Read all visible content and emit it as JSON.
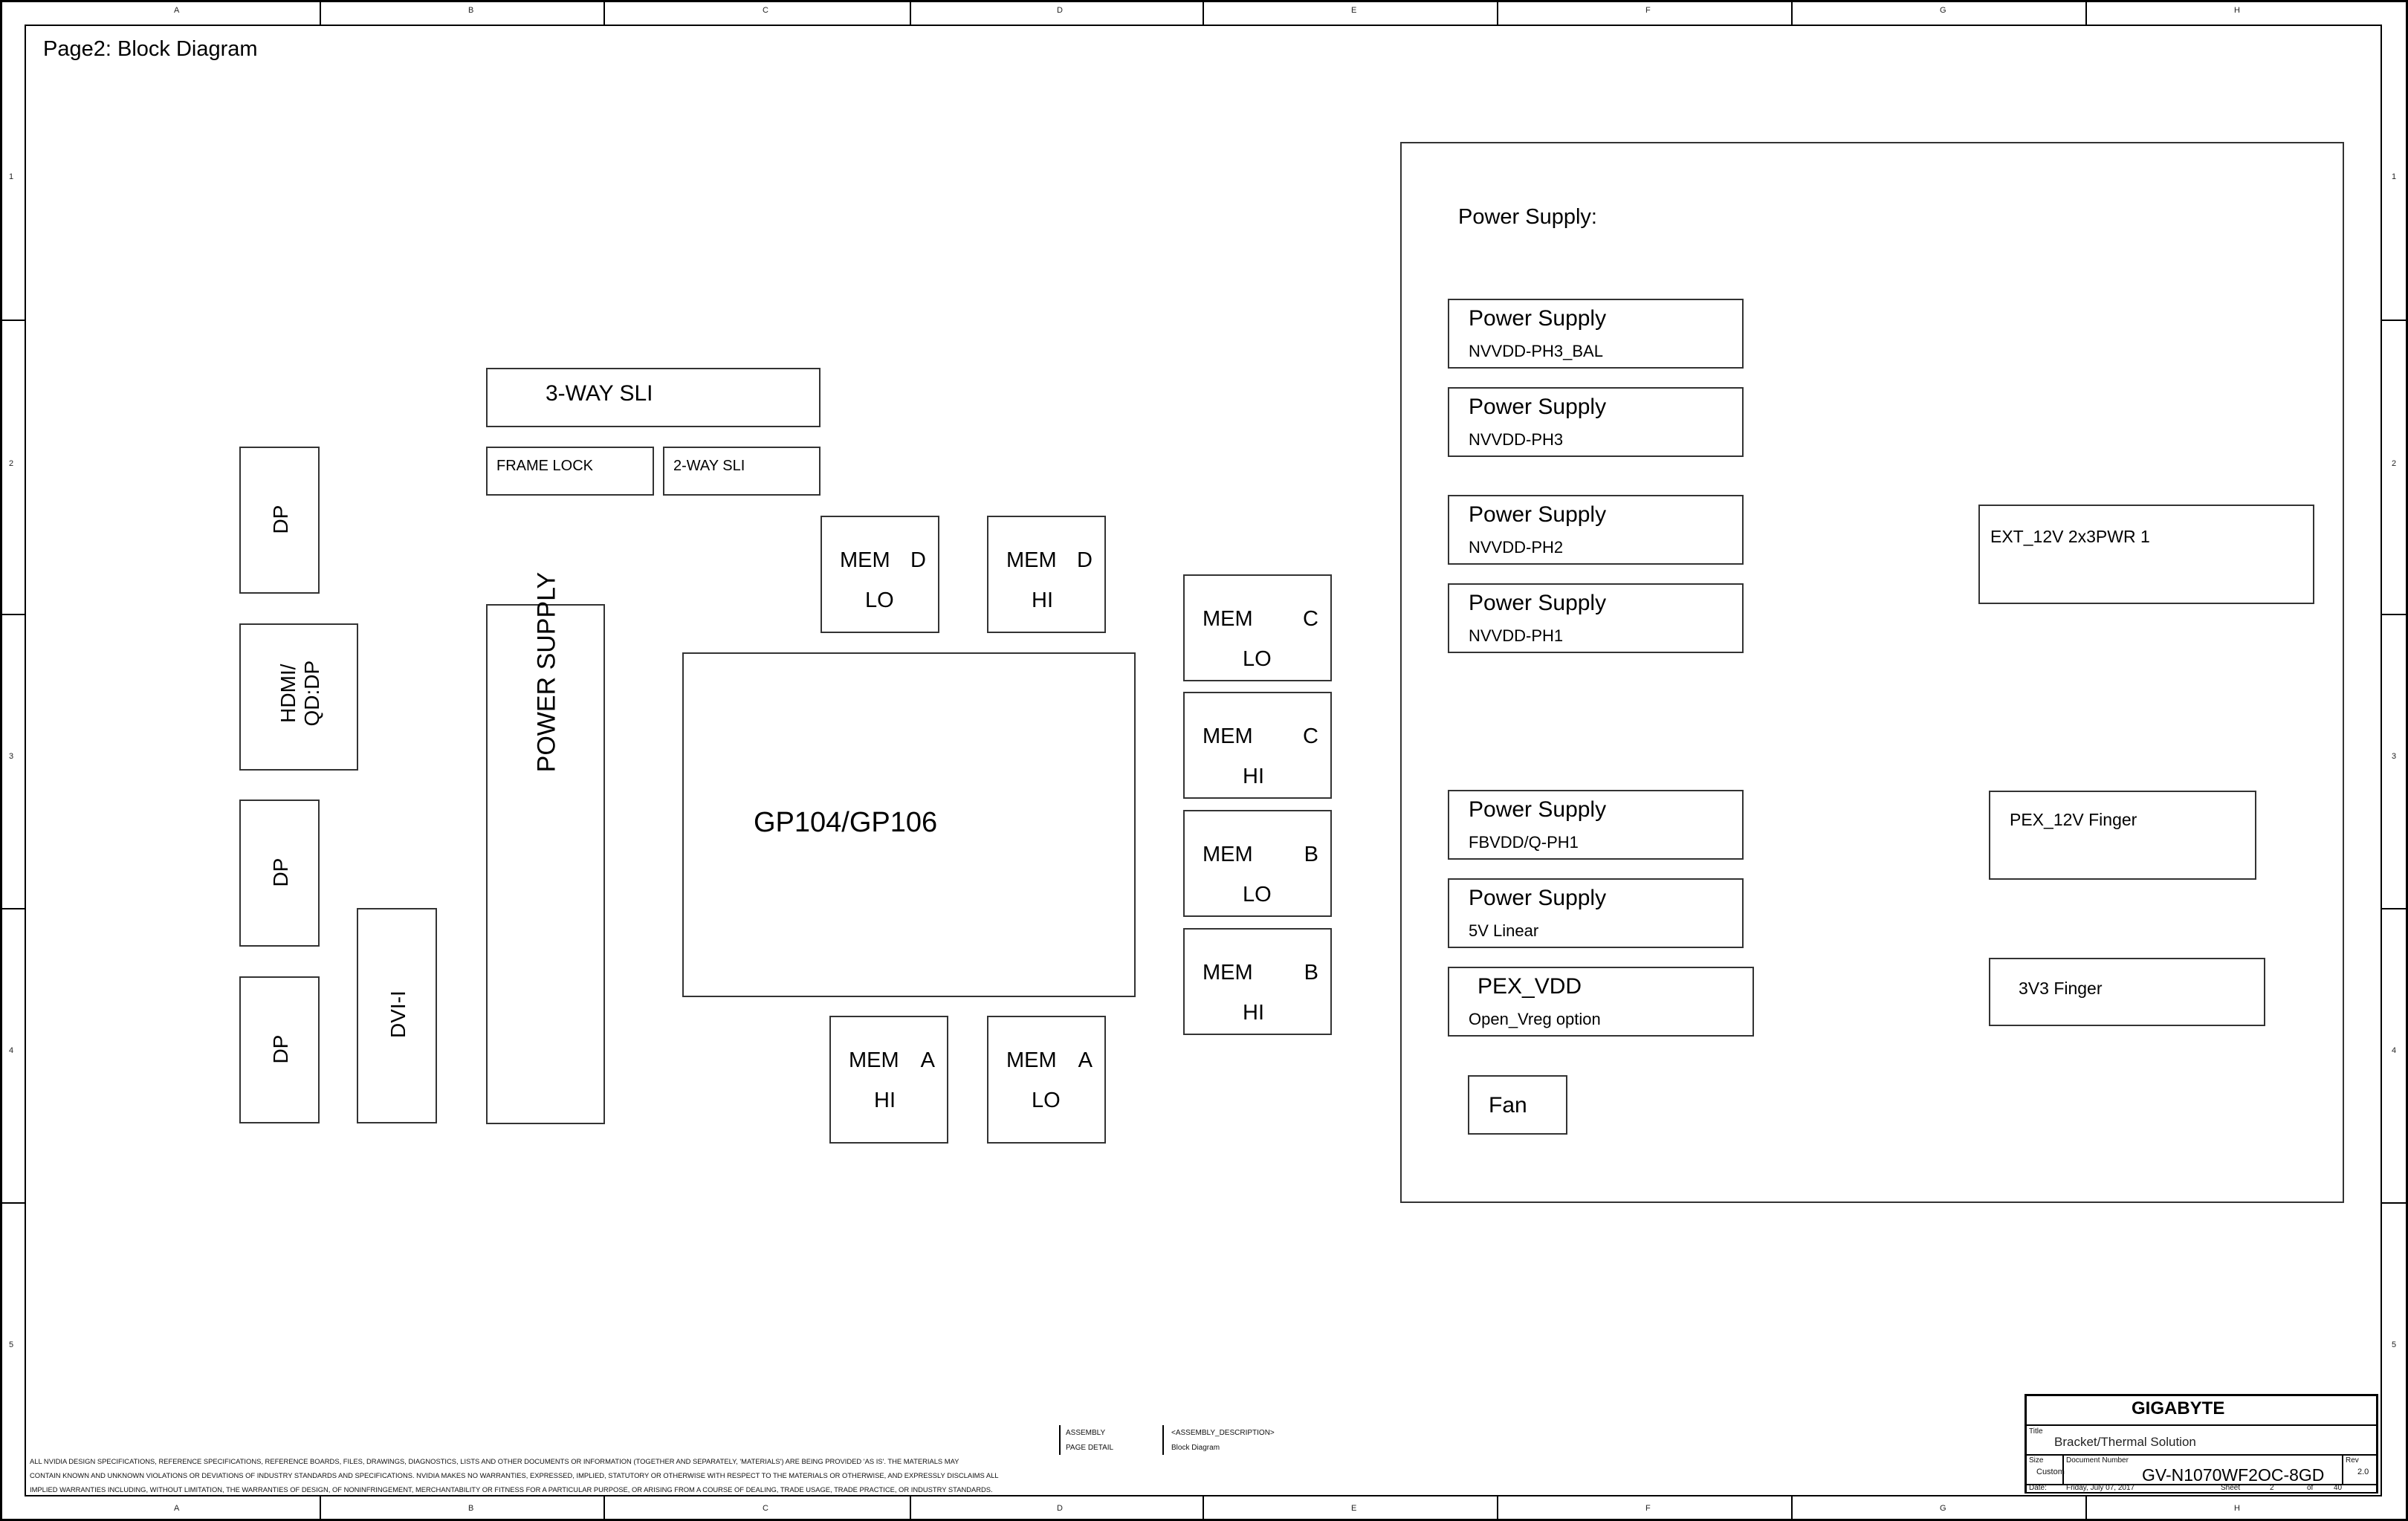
{
  "page": {
    "title": "Page2: Block Diagram",
    "col_labels": [
      "A",
      "B",
      "C",
      "D",
      "E",
      "F",
      "G",
      "H"
    ],
    "row_labels": [
      "1",
      "2",
      "3",
      "4",
      "5"
    ]
  },
  "left": {
    "dp1": "DP",
    "hdmi": "HDMI/\nQD:DP",
    "dp2": "DP",
    "dp3": "DP",
    "dvi": "DVI-I",
    "power_supply": "POWER SUPPLY",
    "sli3": "3-WAY SLI",
    "frame_lock": "FRAME LOCK",
    "sli2": "2-WAY SLI"
  },
  "gpu": {
    "label": "GP104/GP106"
  },
  "mem": [
    {
      "id": "mem-d-lo",
      "l1a": "MEM",
      "l1b": "D",
      "l2": "LO"
    },
    {
      "id": "mem-d-hi",
      "l1a": "MEM",
      "l1b": "D",
      "l2": "HI"
    },
    {
      "id": "mem-c-lo",
      "l1a": "MEM",
      "l1b": "C",
      "l2": "LO"
    },
    {
      "id": "mem-c-hi",
      "l1a": "MEM",
      "l1b": "C",
      "l2": "HI"
    },
    {
      "id": "mem-b-lo",
      "l1a": "MEM",
      "l1b": "B",
      "l2": "LO"
    },
    {
      "id": "mem-b-hi",
      "l1a": "MEM",
      "l1b": "B",
      "l2": "HI"
    },
    {
      "id": "mem-a-hi",
      "l1a": "MEM",
      "l1b": "A",
      "l2": "HI"
    },
    {
      "id": "mem-a-lo",
      "l1a": "MEM",
      "l1b": "A",
      "l2": "LO"
    }
  ],
  "power": {
    "section_title": "Power Supply:",
    "supplies": [
      {
        "title": "Power Supply",
        "sub": "NVVDD-PH3_BAL"
      },
      {
        "title": "Power Supply",
        "sub": "NVVDD-PH3"
      },
      {
        "title": "Power Supply",
        "sub": "NVVDD-PH2"
      },
      {
        "title": "Power Supply",
        "sub": "NVVDD-PH1"
      },
      {
        "title": "Power Supply",
        "sub": "FBVDD/Q-PH1"
      },
      {
        "title": "Power Supply",
        "sub": "5V Linear"
      },
      {
        "title": "PEX_VDD",
        "sub": "Open_Vreg option"
      }
    ],
    "fan": "Fan",
    "ext12v": "EXT_12V 2x3PWR 1",
    "pex12v": "PEX_12V Finger",
    "f3v3": "3V3 Finger"
  },
  "footer": {
    "disclaimer_1": "ALL NVIDIA DESIGN SPECIFICATIONS, REFERENCE SPECIFICATIONS, REFERENCE BOARDS, FILES, DRAWINGS, DIAGNOSTICS, LISTS AND OTHER DOCUMENTS OR INFORMATION (TOGETHER AND SEPARATELY, 'MATERIALS') ARE BEING PROVIDED 'AS IS'. THE MATERIALS MAY",
    "disclaimer_2": "CONTAIN KNOWN AND UNKNOWN VIOLATIONS OR DEVIATIONS OF INDUSTRY STANDARDS AND SPECIFICATIONS. NVIDIA MAKES NO WARRANTIES, EXPRESSED, IMPLIED, STATUTORY OR OTHERWISE WITH RESPECT TO THE MATERIALS OR OTHERWISE, AND EXPRESSLY DISCLAIMS ALL",
    "disclaimer_3": "IMPLIED WARRANTIES INCLUDING, WITHOUT LIMITATION, THE WARRANTIES OF DESIGN, OF NONINFRINGEMENT, MERCHANTABILITY OR FITNESS FOR A PARTICULAR PURPOSE, OR ARISING FROM A COURSE OF DEALING, TRADE USAGE, TRADE PRACTICE, OR INDUSTRY STANDARDS.",
    "assembly_label": "ASSEMBLY",
    "assembly_value": "<ASSEMBLY_DESCRIPTION>",
    "page_detail_label": "PAGE DETAIL",
    "page_detail_value": "Block Diagram"
  },
  "title_block": {
    "company": "GIGABYTE",
    "title_label": "Title",
    "title": "Bracket/Thermal Solution",
    "size_label": "Size",
    "size": "Custom",
    "docnum_label": "Document Number",
    "docnum": "GV-N1070WF2OC-8GD",
    "rev_label": "Rev",
    "rev": "2.0",
    "date_label": "Date:",
    "date": "Friday, July 07, 2017",
    "sheet_label": "Sheet",
    "sheet": "2",
    "of_label": "of",
    "of": "40"
  }
}
